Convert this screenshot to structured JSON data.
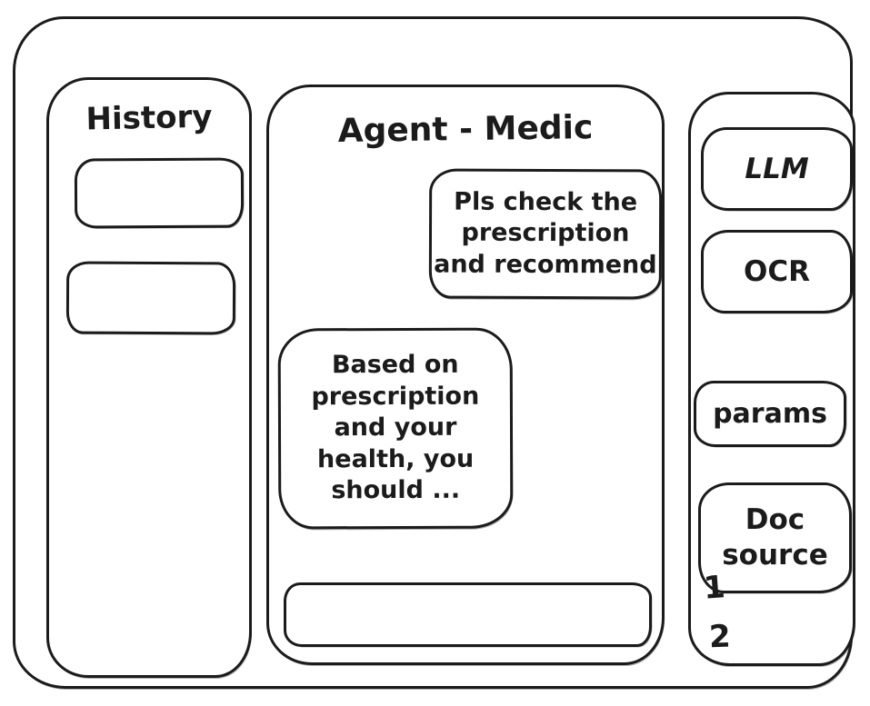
{
  "sidebar": {
    "title": "History",
    "items": [
      {
        "label": ""
      },
      {
        "label": ""
      }
    ]
  },
  "chat": {
    "title": "Agent - Medic",
    "messages": [
      {
        "role": "user",
        "text": "Pls check the\nprescription\nand recommend"
      },
      {
        "role": "agent",
        "text": "Based on\nprescription\nand your\nhealth, you\nshould ..."
      }
    ],
    "input": {
      "value": ""
    }
  },
  "tools": {
    "buttons": [
      {
        "id": "llm",
        "label": "LLM"
      },
      {
        "id": "ocr",
        "label": "OCR"
      },
      {
        "id": "params",
        "label": "params"
      },
      {
        "id": "doc-source",
        "label": "Doc\nsource"
      }
    ],
    "doc_source_items": [
      "1",
      "2"
    ]
  },
  "colors": {
    "stroke": "#1b1b1b",
    "background": "#ffffff"
  }
}
